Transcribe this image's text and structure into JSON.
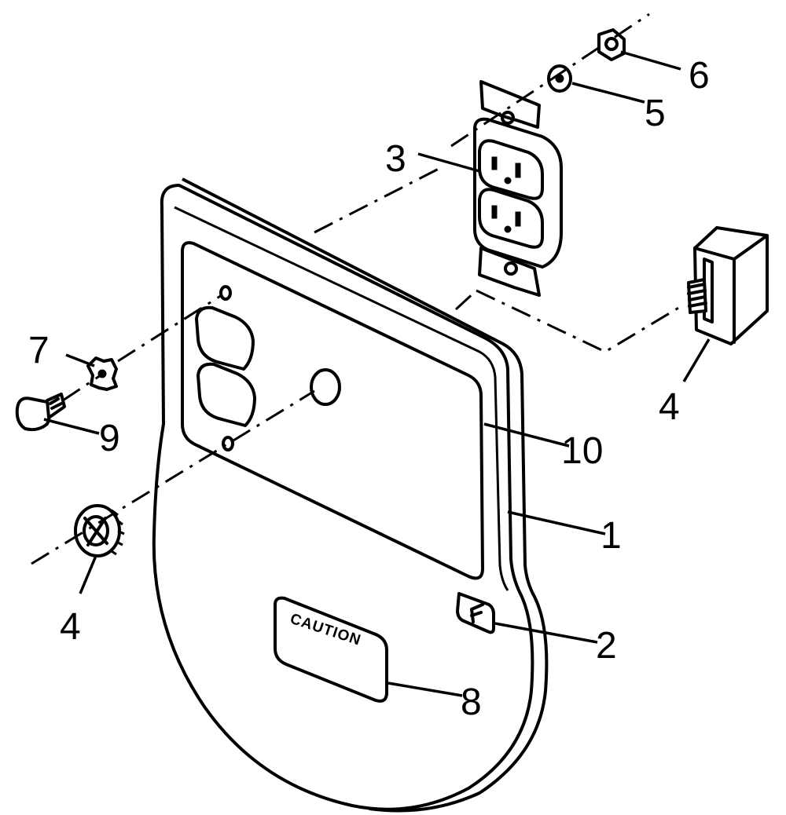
{
  "diagram": {
    "type": "exploded-parts-view",
    "callouts": [
      {
        "id": "c1",
        "label": "1"
      },
      {
        "id": "c2",
        "label": "2"
      },
      {
        "id": "c3",
        "label": "3"
      },
      {
        "id": "c4a",
        "label": "4"
      },
      {
        "id": "c4b",
        "label": "4"
      },
      {
        "id": "c5",
        "label": "5"
      },
      {
        "id": "c6",
        "label": "6"
      },
      {
        "id": "c7",
        "label": "7"
      },
      {
        "id": "c8",
        "label": "8"
      },
      {
        "id": "c9",
        "label": "9"
      },
      {
        "id": "c10",
        "label": "10"
      }
    ],
    "caution_plate": {
      "text": "CAUTION"
    }
  },
  "colors": {
    "ink": "#000000",
    "paper": "#ffffff"
  }
}
